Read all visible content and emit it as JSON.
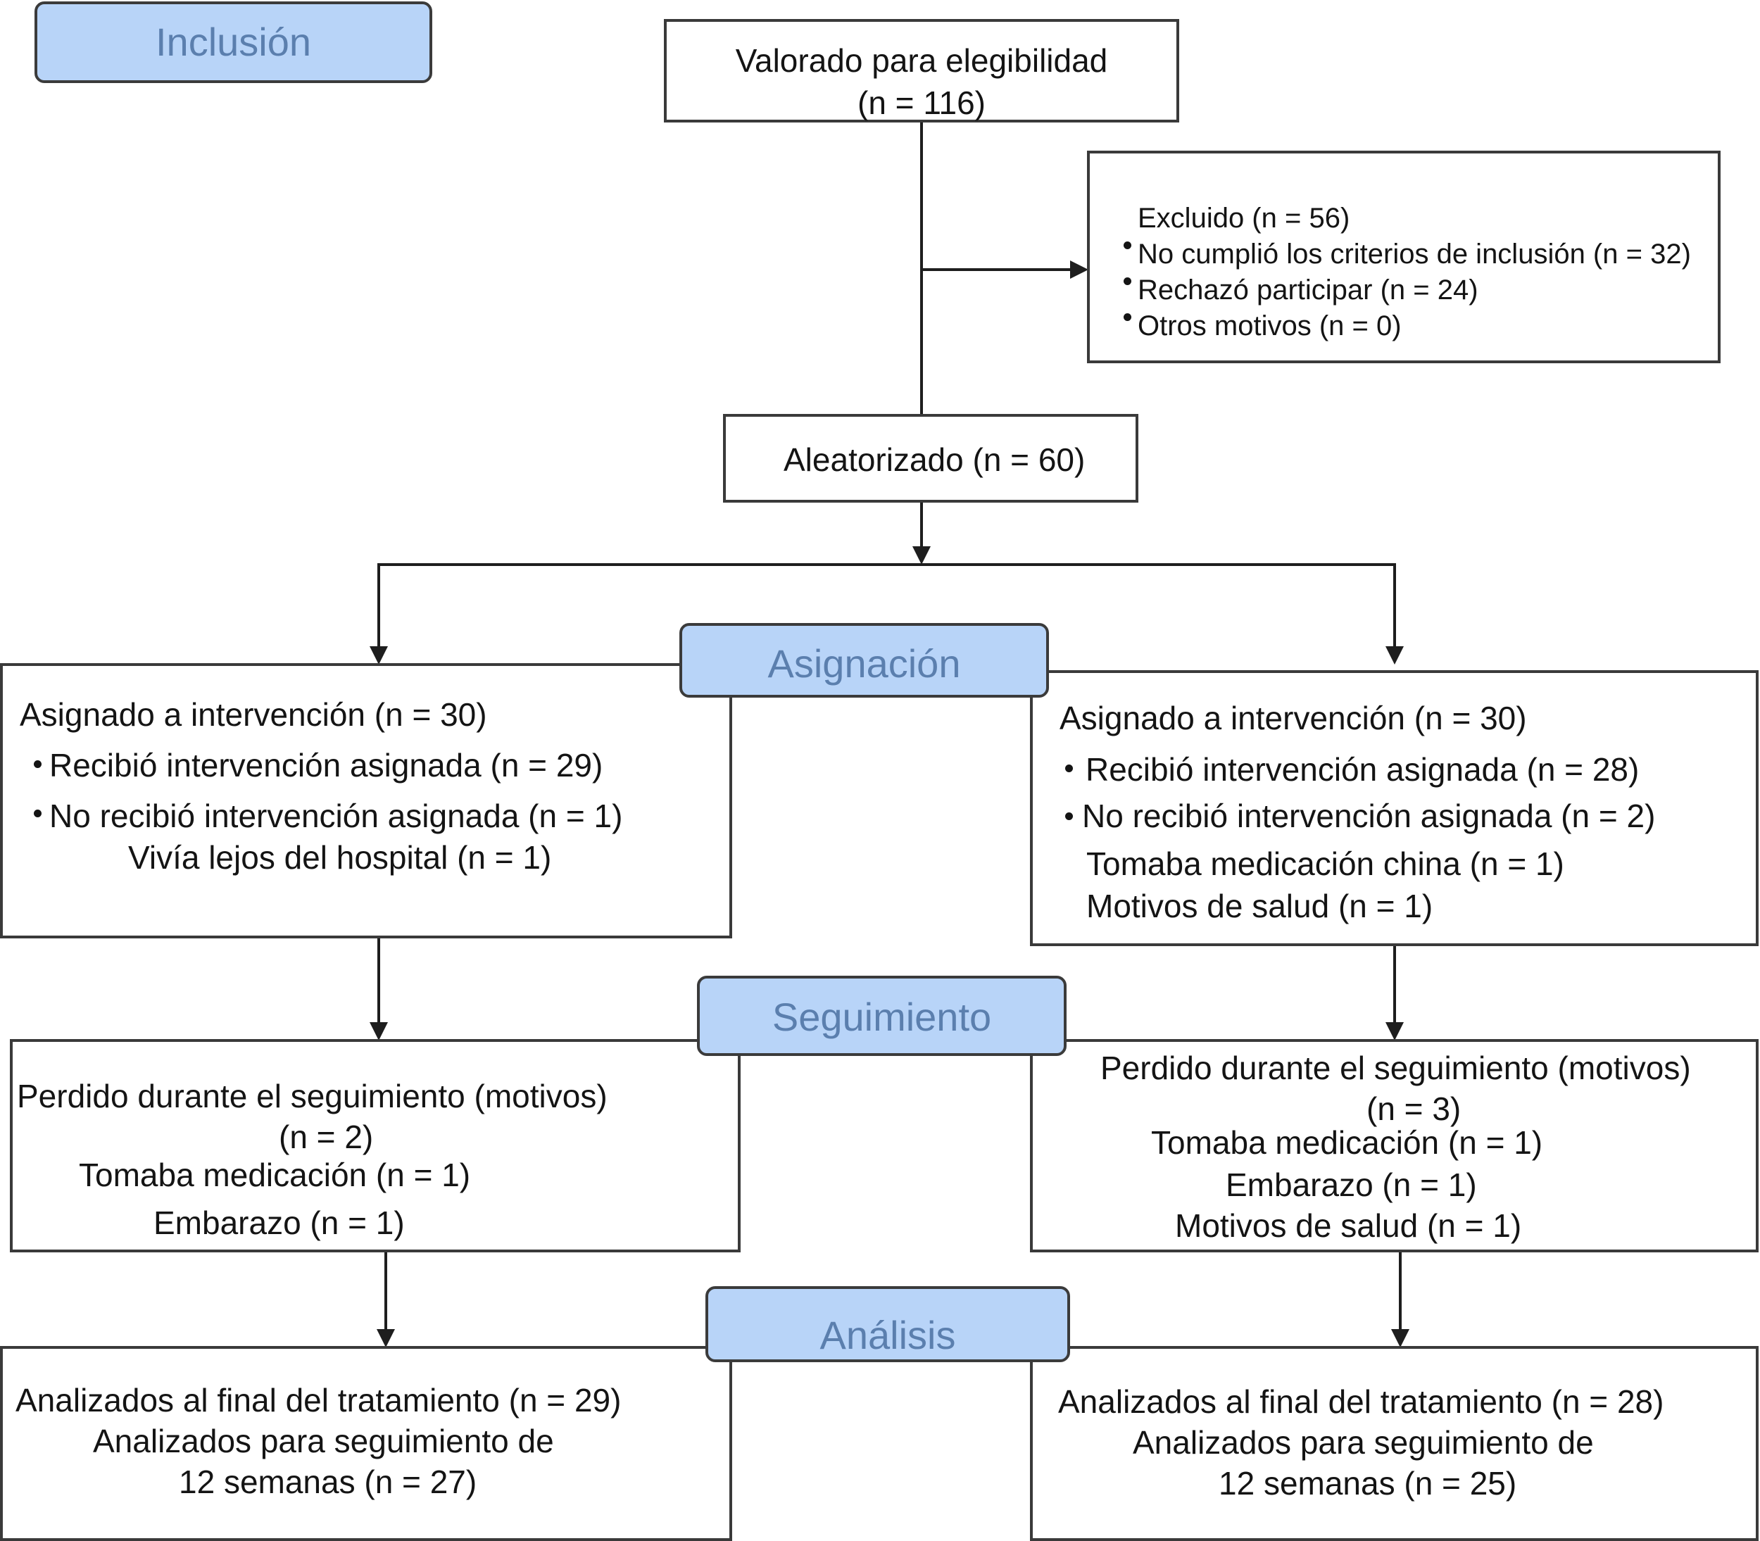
{
  "stages": {
    "inclusion": "Inclusión",
    "allocation": "Asignación",
    "followup": "Seguimiento",
    "analysis": "Análisis"
  },
  "eligibility": {
    "line1": "Valorado para elegibilidad",
    "line2": "(n = 116)"
  },
  "excluded": {
    "title": "Excluido (n = 56)",
    "reasons": [
      "No cumplió los criterios de inclusión (n = 32)",
      "Rechazó participar (n = 24)",
      "Otros motivos (n = 0)"
    ]
  },
  "randomized": "Aleatorizado (n = 60)",
  "allocation": {
    "left": {
      "title": "Asignado a intervención (n = 30)",
      "received": "Recibió intervención asignada (n = 29)",
      "not_received": "No recibió intervención asignada (n = 1)",
      "reasons": [
        "Vivía lejos del hospital (n = 1)"
      ]
    },
    "right": {
      "title": "Asignado a intervención (n = 30)",
      "received": "Recibió intervención asignada (n = 28)",
      "not_received": "No recibió intervención asignada (n = 2)",
      "reasons": [
        "Tomaba medicación china (n = 1)",
        "Motivos de salud (n = 1)"
      ]
    }
  },
  "followup": {
    "left": {
      "title": "Perdido durante el seguimiento (motivos)",
      "count": "(n = 2)",
      "reasons": [
        "Tomaba medicación (n = 1)",
        "Embarazo (n = 1)"
      ]
    },
    "right": {
      "title": "Perdido durante el seguimiento (motivos)",
      "count": "(n = 3)",
      "reasons": [
        "Tomaba medicación (n = 1)",
        "Embarazo (n = 1)",
        "Motivos de salud (n = 1)"
      ]
    }
  },
  "analysis": {
    "left": {
      "line1": "Analizados al final del tratamiento (n = 29)",
      "line2": "Analizados para seguimiento de",
      "line3": "12 semanas (n = 27)"
    },
    "right": {
      "line1": "Analizados al final del tratamiento (n = 28)",
      "line2": "Analizados para seguimiento de",
      "line3": "12 semanas (n = 25)"
    }
  }
}
